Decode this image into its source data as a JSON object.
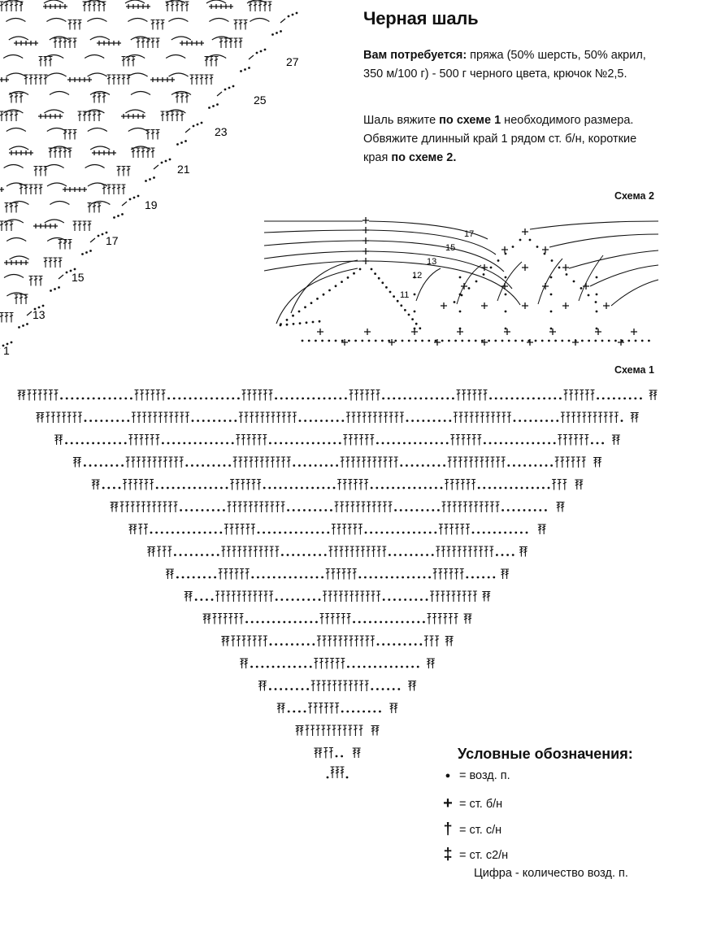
{
  "title": "Черная шаль",
  "intro": {
    "bold": "Вам потребуется:",
    "text": " пряжа (50% шерсть, 50% акрил, 350 м/100 г) - 500 г черного цвета, крючок №2,5."
  },
  "instructions": {
    "p1": "Шаль вяжите ",
    "b1": "по схеме 1",
    "p2": " необходимого размера. Обвяжите длинный край 1 рядом ст. б/н, короткие края ",
    "b2": "по схеме 2.",
    "p3": ""
  },
  "scheme2": {
    "label": "Схема 2",
    "row_labels": [
      "17",
      "15",
      "13",
      "12",
      "11"
    ]
  },
  "scheme1": {
    "label": "Схема 1"
  },
  "fragment": {
    "row_labels": [
      "27",
      "25",
      "23",
      "21",
      "19",
      "17",
      "15",
      "13",
      "1"
    ]
  },
  "legend": {
    "title": "Условные обозначения:",
    "items": [
      {
        "symbol": "●",
        "text": "= возд. п.",
        "icon": "chain-stitch-icon"
      },
      {
        "symbol": "+",
        "text": "= ст. б/н",
        "icon": "single-crochet-icon"
      },
      {
        "symbol": "†",
        "text": "= ст. с/н",
        "icon": "double-crochet-icon"
      },
      {
        "symbol": "‡",
        "text": "= ст. с2/н",
        "icon": "treble-crochet-icon"
      }
    ],
    "note": "Цифра - количество возд. п."
  }
}
